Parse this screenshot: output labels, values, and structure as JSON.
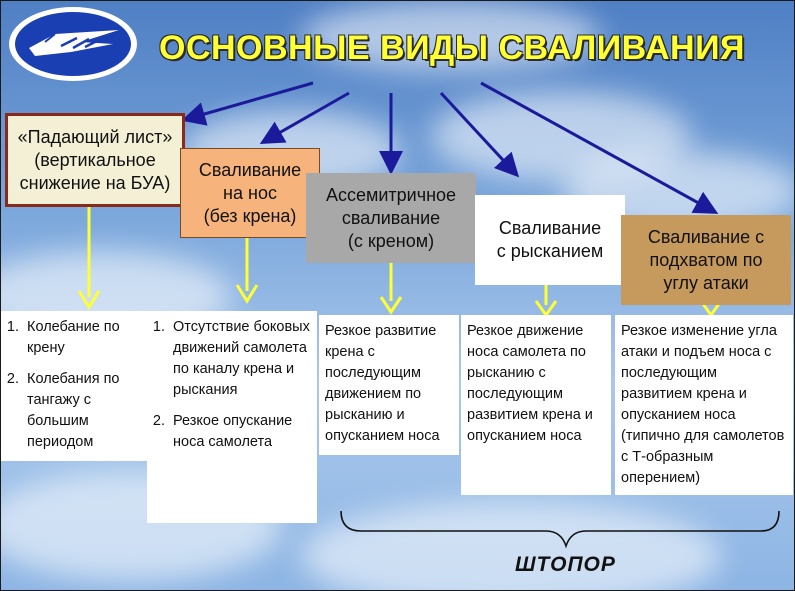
{
  "title": "ОСНОВНЫЕ ВИДЫ СВАЛИВАНИЯ",
  "colors": {
    "title": "#ffff33",
    "blue_arrow": "#1a1a9a",
    "yellow_arrow": "#ffff33"
  },
  "logo": {
    "icon": "aircraft-logo-icon"
  },
  "categories": [
    {
      "lines": [
        "«Падающий лист»",
        "(вертикальное",
        "снижение на БУА)"
      ],
      "color": "#f3f0d6"
    },
    {
      "lines": [
        "Сваливание",
        "на нос",
        "(без крена)"
      ],
      "color": "#f6b47c"
    },
    {
      "lines": [
        "Ассемитричное",
        "сваливание",
        "(с креном)"
      ],
      "color": "#a8a8a8"
    },
    {
      "lines": [
        "Сваливание",
        "с рысканием"
      ],
      "color": "#ffffff"
    },
    {
      "lines": [
        "Сваливание с",
        "подхватом по",
        "углу атаки"
      ],
      "color": "#c59a5c"
    }
  ],
  "descriptions": [
    {
      "items": [
        "Колебание по крену",
        "Колебания по тангажу с большим периодом"
      ]
    },
    {
      "items": [
        "Отсутствие боковых движений самолета по каналу крена и рыскания",
        "Резкое опускание носа самолета"
      ]
    },
    {
      "text": "Резкое развитие крена с последующим движением по рысканию и опусканием носа"
    },
    {
      "text": "Резкое движение носа самолета по рысканию с последующим развитием крена и опусканием носа"
    },
    {
      "text": "Резкое изменение угла атаки и подъем носа с последующим развитием крена и опусканием носа (типично для самолетов с Т-образным оперением)"
    }
  ],
  "footer": "ШТОПОР"
}
